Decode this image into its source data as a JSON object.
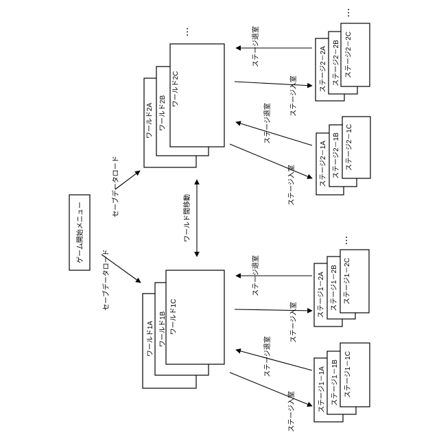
{
  "menu": {
    "label": "ゲーム開始メニュー"
  },
  "save_load": {
    "top": "セーブデータロード",
    "bottom": "セーブデータロード"
  },
  "world_move": "ワールド間移動",
  "world2": {
    "cards": [
      "ワールド2A",
      "ワールド2B",
      "ワールド2C"
    ]
  },
  "world1": {
    "cards": [
      "ワールド1A",
      "ワールド1B",
      "ワールド1C"
    ]
  },
  "stage22": {
    "cards": [
      "ステージ2－2A",
      "ステージ2－2B",
      "ステージ2－2C"
    ]
  },
  "stage21": {
    "cards": [
      "ステージ2－1A",
      "ステージ2－1B",
      "ステージ2－1C"
    ]
  },
  "stage12": {
    "cards": [
      "ステージ1－2A",
      "ステージ1－2B",
      "ステージ1－2C"
    ]
  },
  "stage11": {
    "cards": [
      "ステージ1－1A",
      "ステージ1－1B",
      "ステージ1－1C"
    ]
  },
  "arrows": {
    "exit": "ステージ退室",
    "enter": "ステージ入室"
  },
  "ellipsis": "…"
}
